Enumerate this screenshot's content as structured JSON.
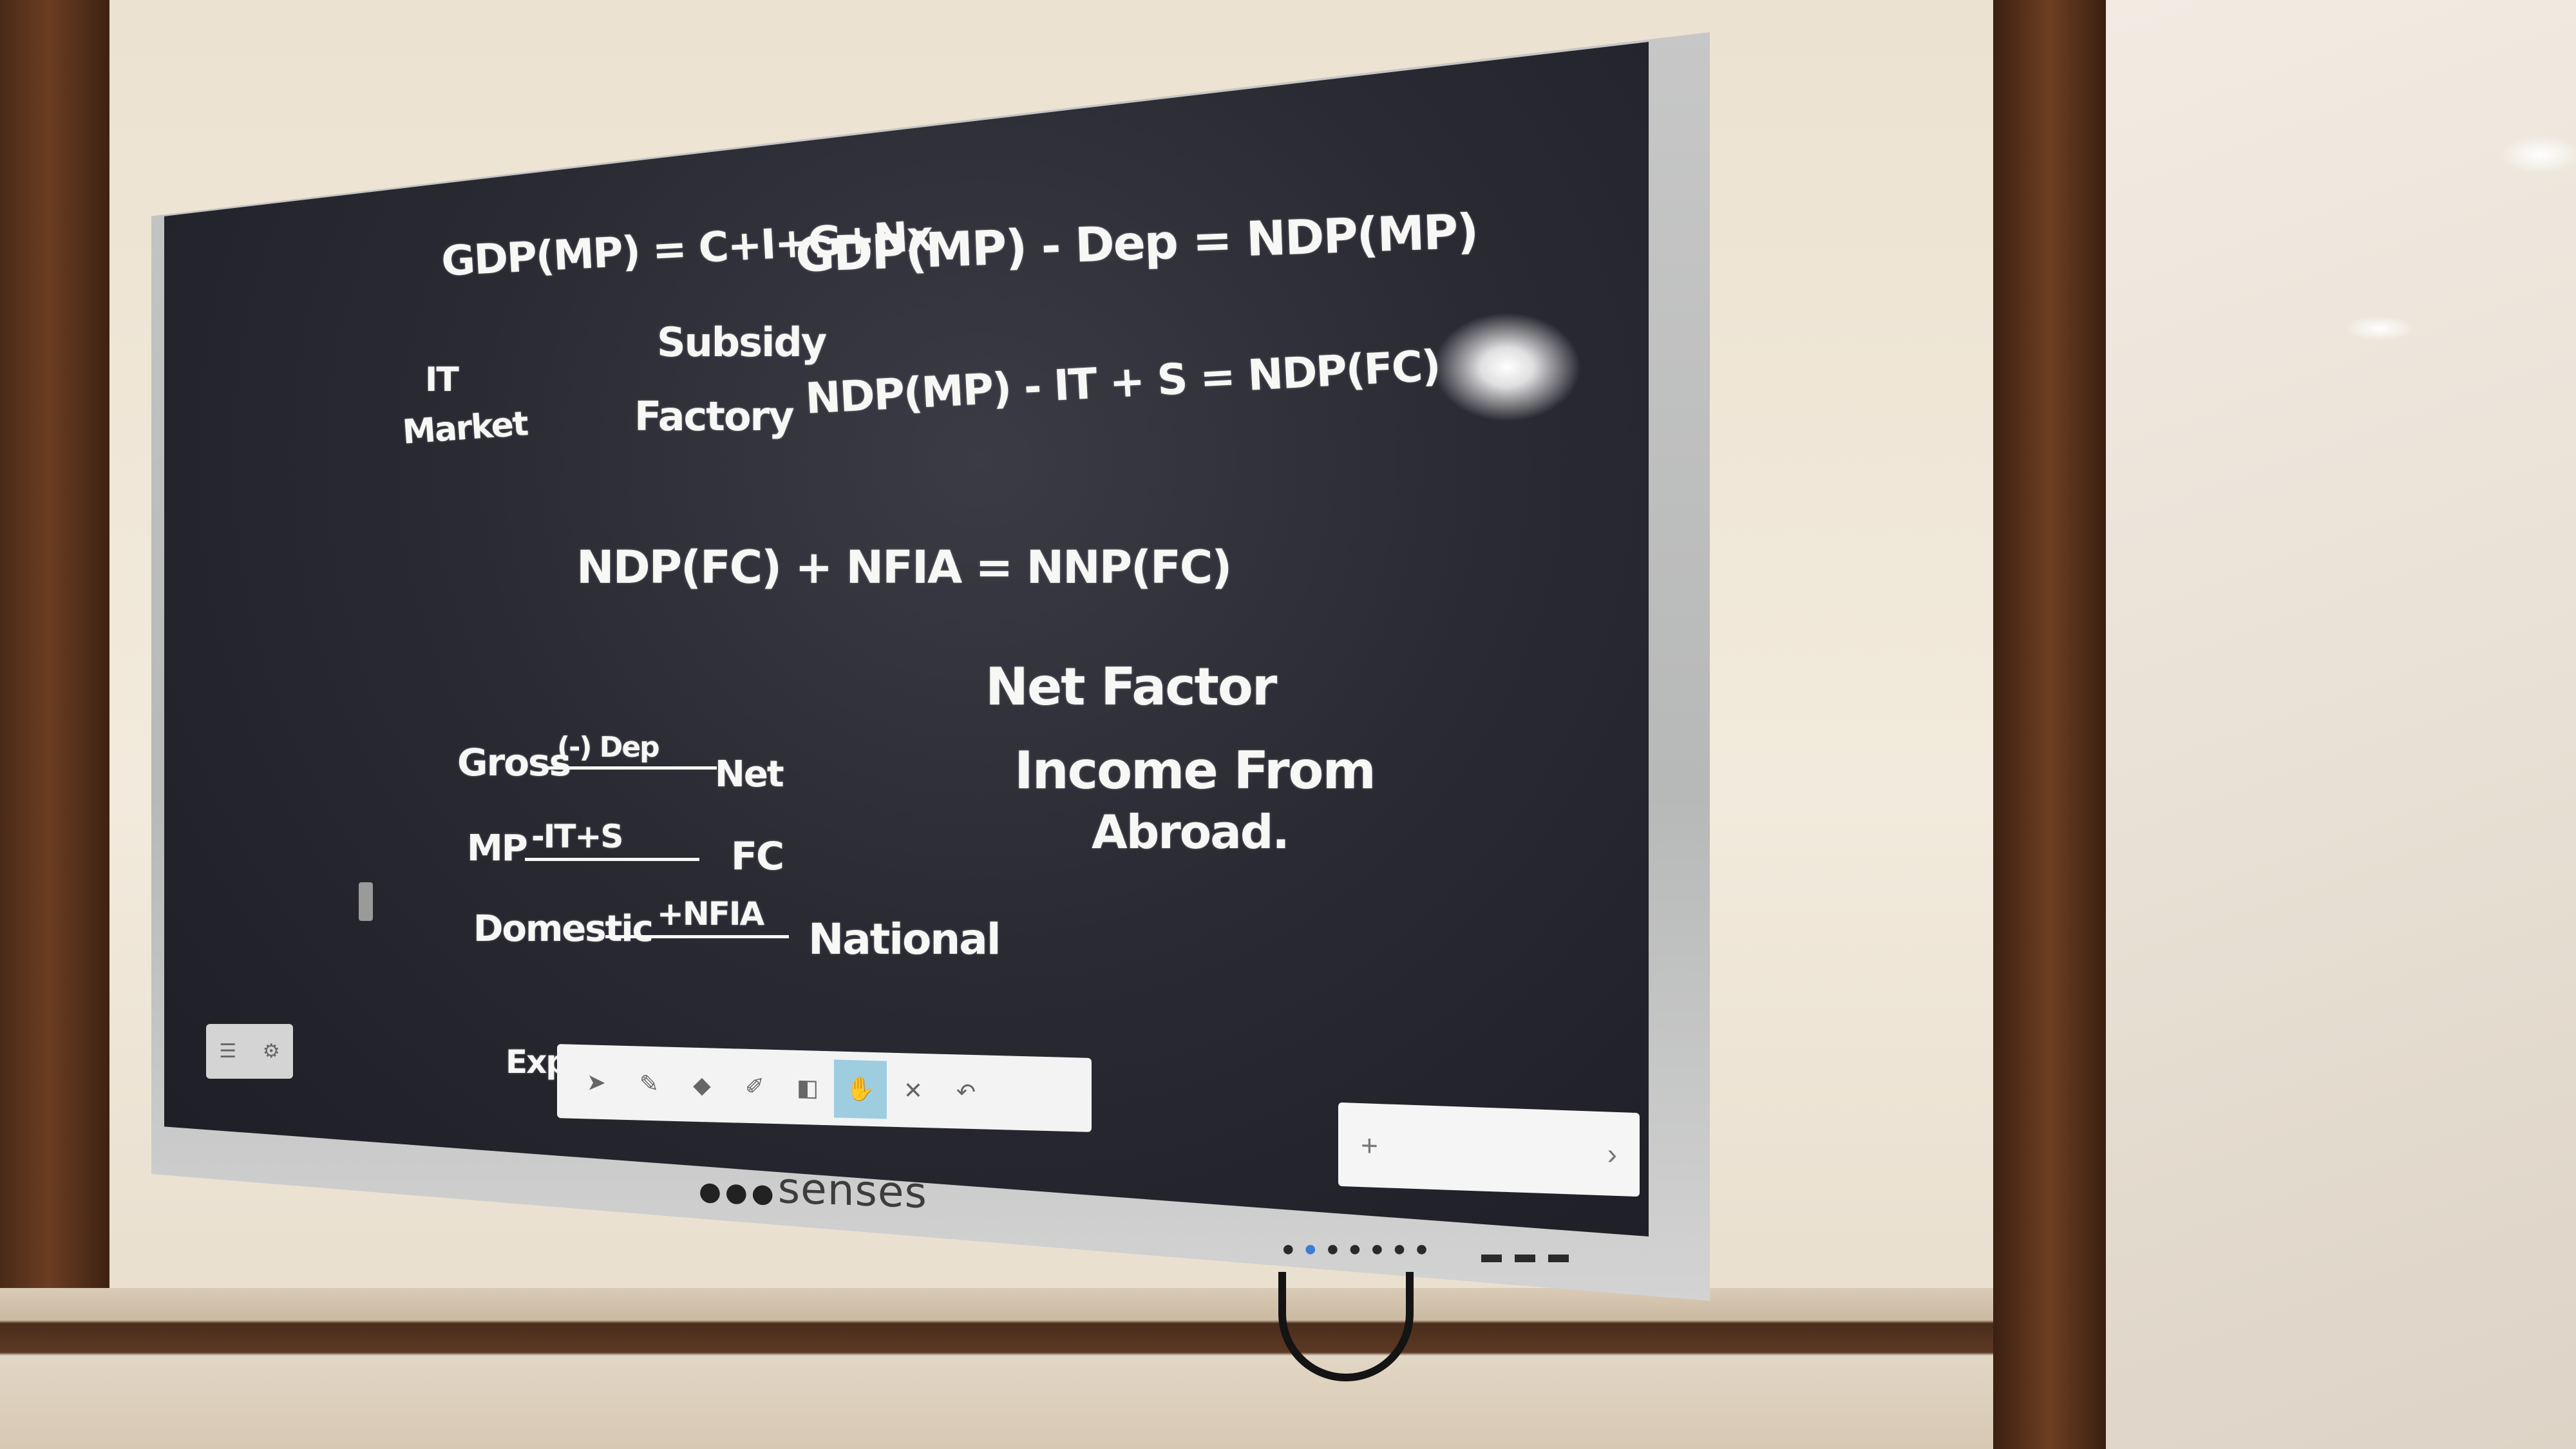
{
  "board": {
    "line1a": "GDP(MP) = C+I+G+Nx",
    "line1b": "GDP(MP) - Dep = NDP(MP)",
    "it_label": "IT",
    "market_label": "Market",
    "subsidy_label": "Subsidy",
    "factory_label": "Factory",
    "line2": "NDP(MP) - IT + S = NDP(FC)",
    "line3": "NDP(FC) + NFIA = NNP(FC)",
    "nfia_def_1": "Net Factor",
    "nfia_def_2": "Income From",
    "nfia_def_3": "Abroad.",
    "row1_left": "Gross",
    "row1_arrow": "(-) Dep",
    "row1_right": "Net",
    "row2_left": "MP",
    "row2_arrow": "-IT+S",
    "row2_right": "FC",
    "row3_left": "Domestic",
    "row3_arrow": "+NFIA",
    "row3_right": "National",
    "partial_word": "Exper"
  },
  "page_nav": {
    "add": "+",
    "next": "›"
  },
  "brand": {
    "name": "senses"
  }
}
